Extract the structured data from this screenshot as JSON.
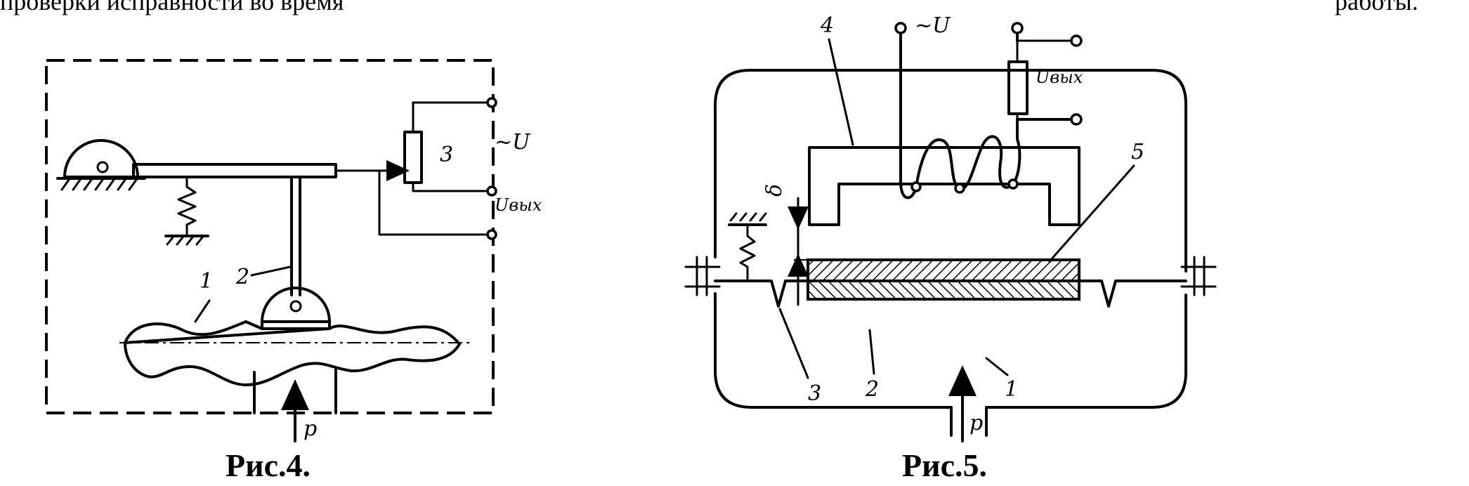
{
  "top_text": {
    "left": "проверки исправности во время",
    "right": "работы."
  },
  "figure4": {
    "caption": "Рис.4.",
    "labels": {
      "membrane": "1",
      "rod": "2",
      "potentiometer": "3",
      "supply": "~U",
      "output": "Uвых",
      "pressure": "p"
    }
  },
  "figure5": {
    "caption": "Рис.5.",
    "labels": {
      "tube": "1",
      "membrane": "2",
      "corrugation": "3",
      "magnet_core": "4",
      "armature": "5",
      "gap": "δ",
      "supply": "~U",
      "output": "Uвых",
      "pressure": "p"
    }
  }
}
